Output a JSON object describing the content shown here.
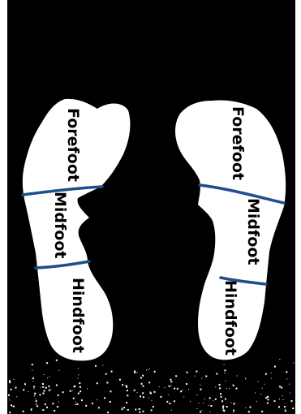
{
  "colors": {
    "background": "#000000",
    "foot": "#ffffff",
    "divider": "#1f4e8c",
    "label": "#000000"
  },
  "labels": {
    "left": {
      "forefoot": "Forefoot",
      "midfoot": "Midfoot",
      "hindfoot": "Hindfoot"
    },
    "right": {
      "forefoot": "Forefoot",
      "midfoot": "Midfoot",
      "hindfoot": "Hindfoot"
    }
  }
}
